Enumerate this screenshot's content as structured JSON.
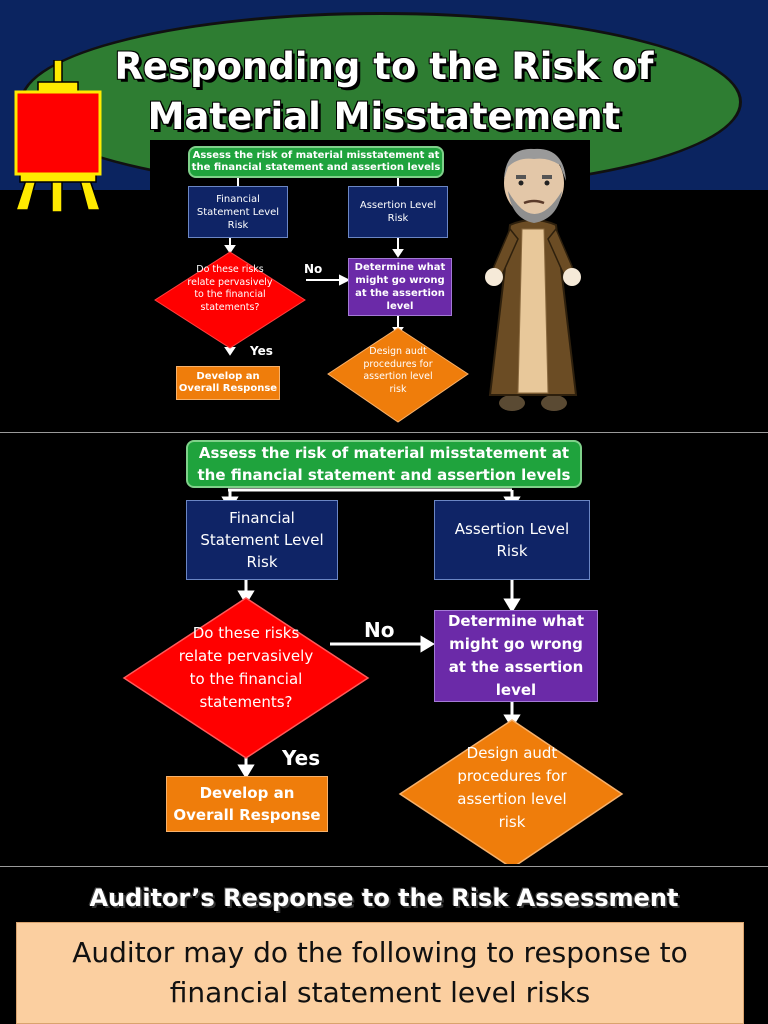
{
  "slide_title": "Responding to the Risk of Material Misstatement",
  "flow": {
    "top_box": "Assess the risk of material misstatement at the financial statement and assertion levels",
    "financial_statement_box": "Financial Statement Level Risk",
    "assertion_box": "Assertion Level Risk",
    "decision_diamond": "Do these risks relate pervasively to the financial statements?",
    "no_label": "No",
    "yes_label": "Yes",
    "determine_box": "Determine what might go wrong at the assertion level",
    "overall_response_box": "Develop an Overall Response",
    "design_procedures_diamond": "Design audt procedures for assertion level risk"
  },
  "section_title": "Auditor’s Response to the Risk Assessment",
  "highlight_text": "Auditor may do the following to response to financial statement level risks",
  "colors": {
    "title_ellipse": "#2e7d32",
    "header_band": "#0b2460",
    "top_box": "#1fa33d",
    "navy_box": "#0f2466",
    "decision": "#ff0000",
    "determine_box": "#6b2aa8",
    "orange": "#ef7d0b",
    "highlight_box": "#fbcfa0"
  }
}
